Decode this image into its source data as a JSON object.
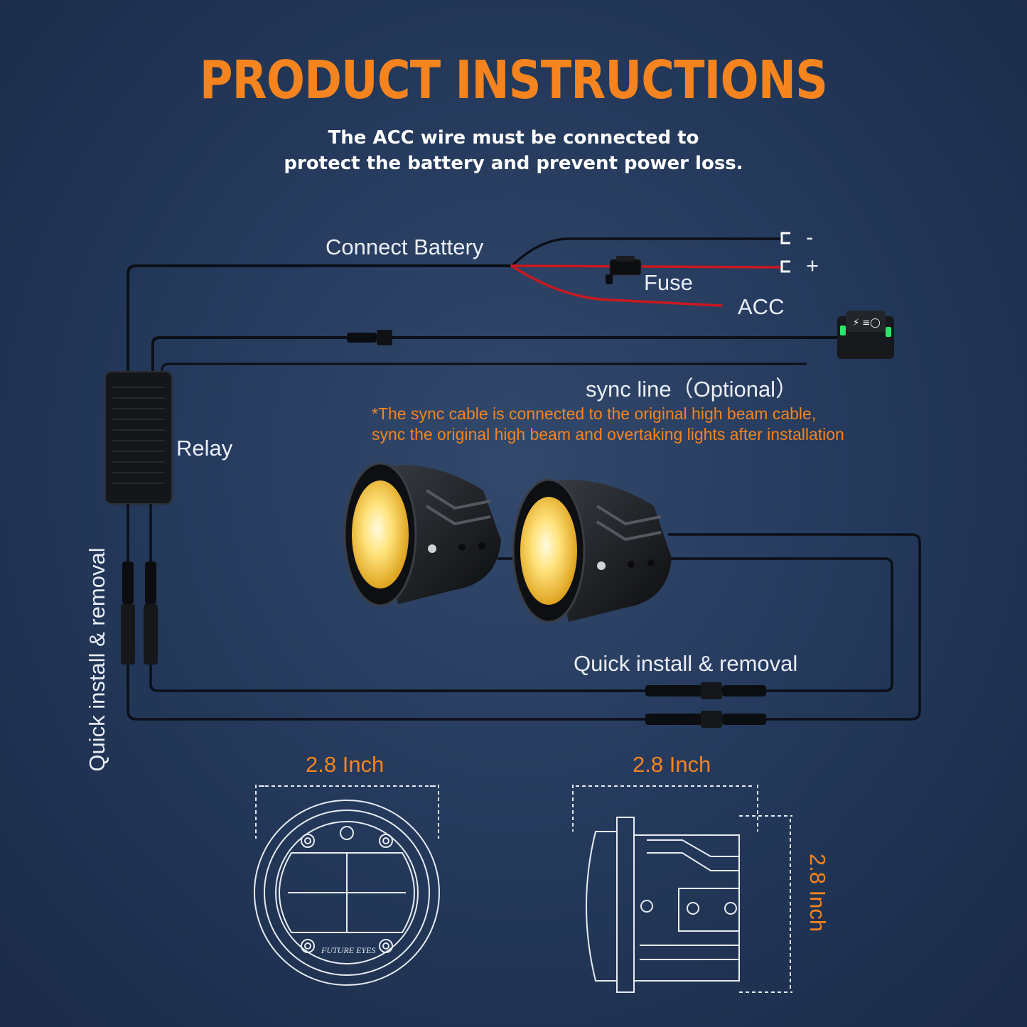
{
  "header": {
    "title": "PRODUCT INSTRUCTIONS",
    "subtitle_line1": "The ACC wire must be connected to",
    "subtitle_line2": "protect the battery and prevent power loss."
  },
  "wiring": {
    "connect_battery": "Connect Battery",
    "negative": "-",
    "positive": "+",
    "fuse": "Fuse",
    "acc": "ACC",
    "sync_line": "sync line（Optional）",
    "relay": "Relay",
    "quick_install_vertical": "Quick install & removal",
    "quick_install_horizontal": "Quick install & removal"
  },
  "note": {
    "line1": "*The sync cable is connected to the original high beam cable,",
    "line2": "sync the original high beam and overtaking lights after installation"
  },
  "lights": {
    "brand": "FUTURE EYES"
  },
  "dimensions": {
    "front_width": "2.8 Inch",
    "side_width": "2.8 Inch",
    "side_height": "2.8 Inch"
  },
  "colors": {
    "accent": "#f5841f",
    "background": "#22375a",
    "wire_black": "#0b0f17",
    "wire_red": "#c9191f",
    "lens_amber": "#ffd54a"
  }
}
